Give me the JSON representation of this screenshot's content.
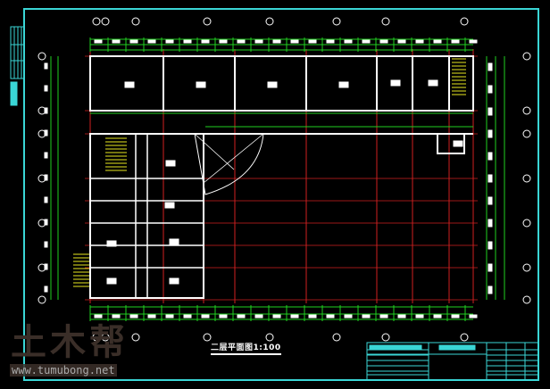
{
  "drawing": {
    "title": "二层平面图1:100",
    "colors": {
      "frame": "#3ad6d6",
      "wall": "#ffffff",
      "axis": "#d02020",
      "dimension": "#20d020",
      "stair": "#e8e820"
    }
  },
  "watermark": {
    "logo": "土木帮",
    "url": "www.tumubong.net"
  }
}
